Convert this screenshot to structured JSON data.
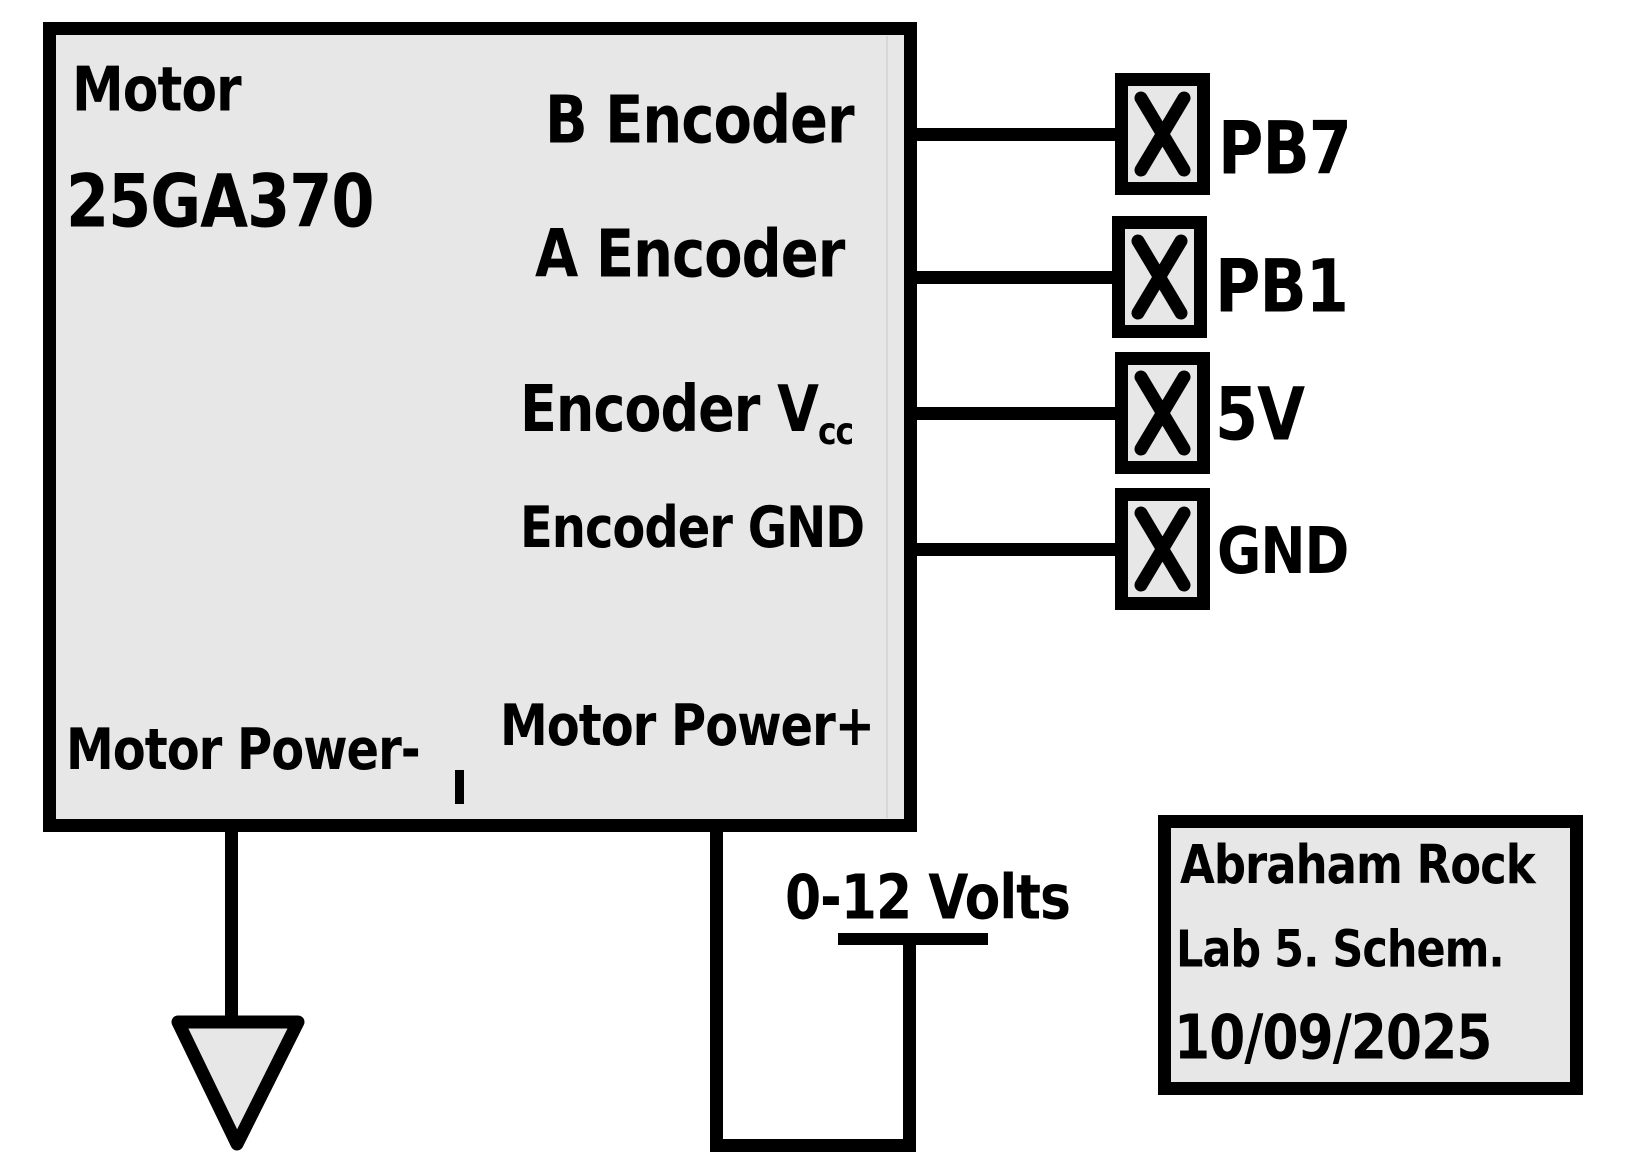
{
  "diagram": {
    "component": {
      "title_line1": "Motor",
      "title_line2": "25GA370",
      "pin_encoder_b": "B Encoder",
      "pin_encoder_a": "A Encoder",
      "pin_encoder_vcc_main": "Encoder V",
      "pin_encoder_vcc_sub": "cc",
      "pin_encoder_gnd": "Encoder GND",
      "pin_motor_power_minus": "Motor Power-",
      "pin_motor_power_plus": "Motor Power+"
    },
    "connectors": [
      {
        "id": "pb7",
        "label": "PB7"
      },
      {
        "id": "pb1",
        "label": "PB1"
      },
      {
        "id": "5v",
        "label": "5V"
      },
      {
        "id": "gnd",
        "label": "GND"
      }
    ],
    "supply_label": "0-12 Volts",
    "title_block": {
      "line1": "Abraham Rock",
      "line2": "Lab 5. Schem.",
      "line3": "10/09/2025"
    },
    "colors": {
      "component_fill": "#e7e7e7",
      "line": "#000000",
      "background": "#ffffff"
    }
  }
}
